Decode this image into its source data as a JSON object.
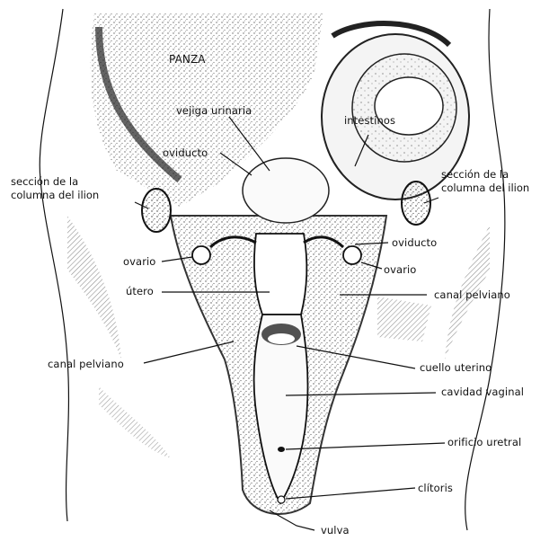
{
  "labels": {
    "panza": "PANZA",
    "vejiga_urinaria": "vejiga urinaria",
    "intestinos": "intestinos",
    "oviducto_left": "oviducto",
    "seccion_left_line1": "sección de la",
    "seccion_left_line2": "columna del ilion",
    "seccion_right_line1": "sección de la",
    "seccion_right_line2": "columna del ilion",
    "oviducto_right": "oviducto",
    "ovario_left": "ovario",
    "ovario_right": "ovario",
    "utero": "útero",
    "canal_pelviano_right": "canal pelviano",
    "canal_pelviano_left": "canal pelviano",
    "cuello_uterino": "cuello uterino",
    "cavidad_vaginal": "cavidad vaginal",
    "orificio_uretral": "orificio uretral",
    "clitoris": "clítoris",
    "vulva": "vulva"
  }
}
